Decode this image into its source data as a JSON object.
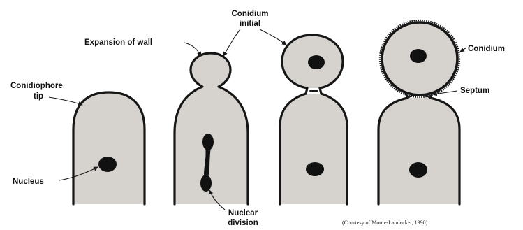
{
  "labels": {
    "expansion_of_wall": "Expansion of wall",
    "conidium_initial_line1": "Conidium",
    "conidium_initial_line2": "initial",
    "conidiophore_tip_line1": "Conidiophore",
    "conidiophore_tip_line2": "tip",
    "nucleus": "Nucleus",
    "nuclear_division_line1": "Nuclear",
    "nuclear_division_line2": "division",
    "conidium": "Conidium",
    "septum": "Septum"
  },
  "credit": "(Courtesy of Moore-Landecker, 1990)",
  "colors": {
    "cell_fill": "#d6d3ce",
    "wall": "#161616",
    "background": "#ffffff"
  },
  "stages": [
    "conidiophore-tip",
    "wall-expansion-and-nuclear-division",
    "conidium-initial-with-septum",
    "mature-conidium"
  ]
}
